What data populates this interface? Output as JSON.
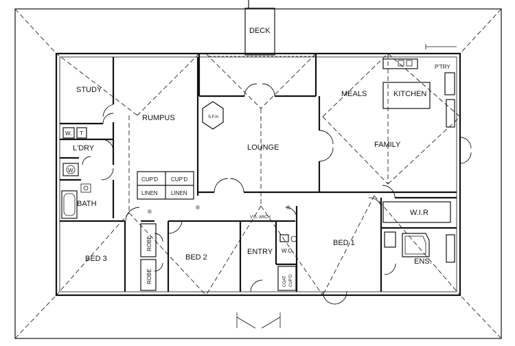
{
  "rooms": {
    "deck": "DECK",
    "study": "STUDY",
    "rumpus": "RUMPUS",
    "laundry": "L'DRY",
    "bath": "BATH",
    "lounge": "LOUNGE",
    "meals": "MEALS",
    "kitchen": "KITCHEN",
    "pantry": "P'TRY",
    "family": "FAMILY",
    "wir": "W.I.R",
    "bed1": "BED 1",
    "bed2": "BED 2",
    "bed3": "BED 3",
    "entry": "ENTRY",
    "wc": "W.C.",
    "ensuite": "ENS.",
    "robe_top": "ROBE",
    "robe_bottom": "ROBE",
    "coat_cupboard_line1": "COAT",
    "coat_cupboard_line2": "CUP'D",
    "cupboard_left": "CUP'D",
    "cupboard_right": "CUP'D",
    "linen_left": "LINEN",
    "linen_right": "LINEN"
  },
  "fixtures": {
    "fireplace": "S.F.H.",
    "washer": "W.",
    "tub": "T",
    "dryer": "W"
  },
  "annotations": {
    "arch": "V'G. ARCH",
    "marker_a": "®",
    "marker_b": "®",
    "marker_c": "®"
  }
}
